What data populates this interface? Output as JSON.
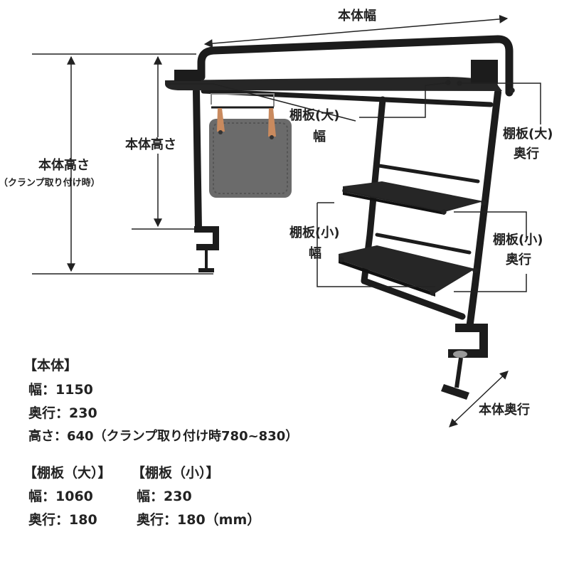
{
  "labels": {
    "body_width": "本体幅",
    "body_height": "本体高さ",
    "body_height_clamp": "本体高さ",
    "body_height_clamp_note": "（クランプ取り付け時）",
    "shelf_large_width_1": "棚板(大)",
    "shelf_large_width_2": "幅",
    "shelf_large_depth_1": "棚板(大)",
    "shelf_large_depth_2": "奥行",
    "shelf_small_width_1": "棚板(小)",
    "shelf_small_width_2": "幅",
    "shelf_small_depth_1": "棚板(小)",
    "shelf_small_depth_2": "奥行",
    "body_depth": "本体奥行"
  },
  "specs": {
    "body_header": "【本体】",
    "body_width": "幅：1150",
    "body_depth": "奥行：230",
    "body_height": "高さ：640（クランプ取り付け時780~830）",
    "large_header": "【棚板（大）】",
    "large_width": "幅：1060",
    "large_depth": "奥行：180",
    "small_header": "【棚板（小）】",
    "small_width": "幅：230",
    "small_depth": "奥行：180（mm）"
  },
  "colors": {
    "frame": "#1c1c1c",
    "shelf": "#262626",
    "felt": "#6b6b6b",
    "strap": "#c98a5e",
    "dimension_line": "#222222"
  }
}
